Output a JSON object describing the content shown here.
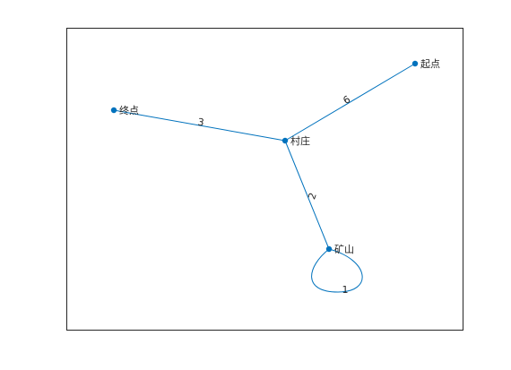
{
  "graph": {
    "colors": {
      "node": "#0072BD",
      "edge": "#0072BD",
      "text": "#262626",
      "frame": "#262626"
    },
    "nodes": [
      {
        "id": "start",
        "label": "起点"
      },
      {
        "id": "village",
        "label": "村庄"
      },
      {
        "id": "end",
        "label": "终点"
      },
      {
        "id": "mine",
        "label": "矿山"
      }
    ],
    "edges": [
      {
        "from": "village",
        "to": "start",
        "weight": "6"
      },
      {
        "from": "end",
        "to": "village",
        "weight": "3"
      },
      {
        "from": "village",
        "to": "mine",
        "weight": "2"
      },
      {
        "from": "mine",
        "to": "mine",
        "weight": "1"
      }
    ]
  }
}
